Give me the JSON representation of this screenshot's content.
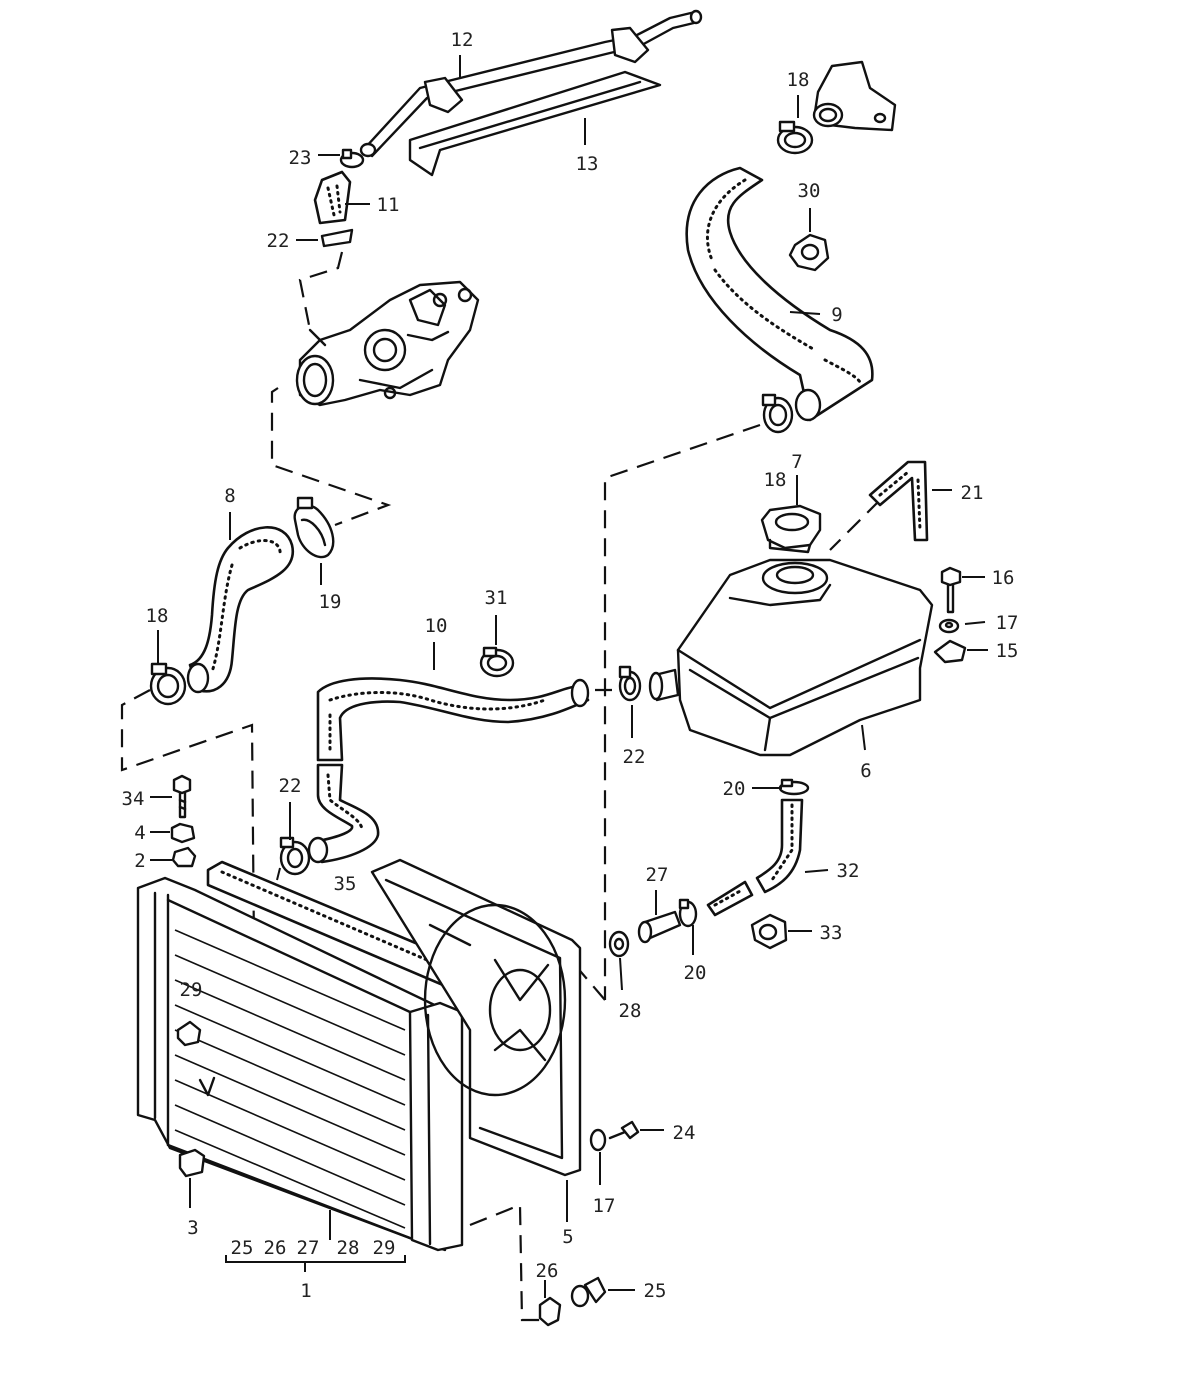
{
  "diagram": {
    "callouts": [
      "12",
      "13",
      "18",
      "23",
      "11",
      "30",
      "22",
      "9",
      "18",
      "7",
      "21",
      "8",
      "19",
      "16",
      "17",
      "15",
      "18",
      "31",
      "10",
      "22",
      "6",
      "34",
      "4",
      "2",
      "22",
      "35",
      "20",
      "32",
      "27",
      "33",
      "29",
      "20",
      "28",
      "24",
      "17",
      "3",
      "5",
      "25",
      "26",
      "27",
      "28",
      "29",
      "1",
      "26",
      "25"
    ],
    "colors": {
      "line": "#111111",
      "background": "#ffffff",
      "label": "#222222"
    }
  }
}
